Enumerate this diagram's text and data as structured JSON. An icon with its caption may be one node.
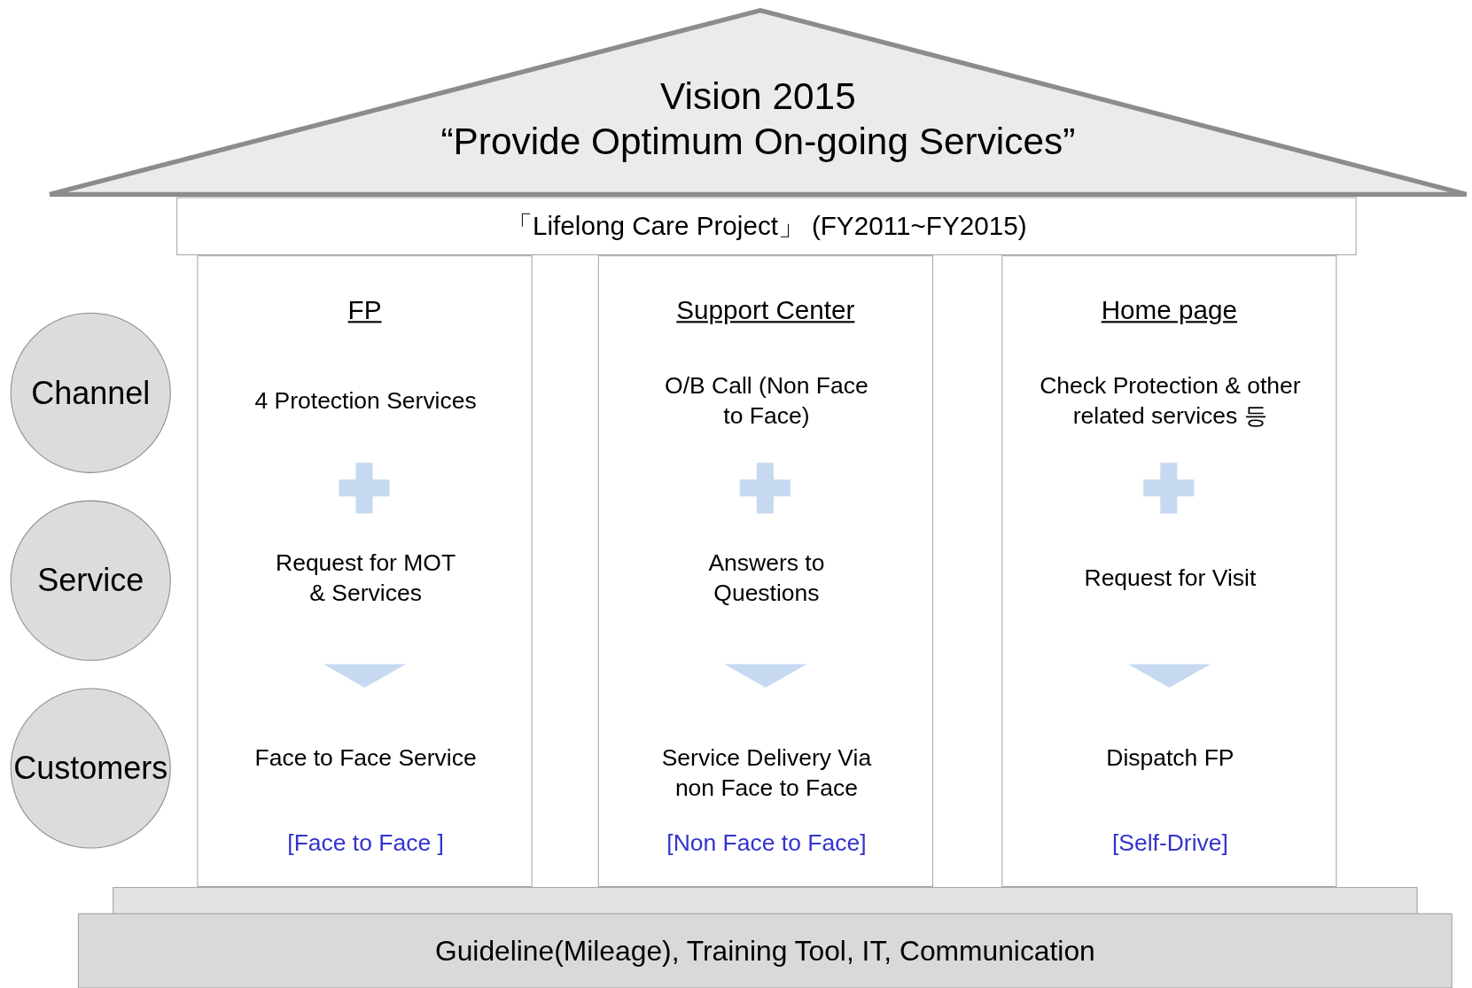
{
  "diagram": {
    "nodes": [
      {
        "text": [
          "Vision 2015",
          "“Provide Optimum On-going Services”"
        ]
      },
      {
        "text": [
          "「Lifelong Care Project」 (FY2011~FY2015)"
        ]
      },
      {
        "text": [
          "Channel"
        ]
      },
      {
        "text": [
          "Service"
        ]
      },
      {
        "text": [
          "Customers"
        ]
      },
      {
        "text": [
          "FP"
        ]
      },
      {
        "text": [
          "4 Protection Services"
        ],
        "in": 5
      },
      {
        "text": [
          "Request for MOT & Services"
        ],
        "in": 5
      },
      {
        "text": [
          "Face to Face Service",
          "[Face to Face ]"
        ],
        "in": 5
      },
      {
        "text": [
          "Support Center"
        ]
      },
      {
        "text": [
          "O/B Call (Non Face to Face)"
        ],
        "in": 9
      },
      {
        "text": [
          "Answers to Questions"
        ],
        "in": 9
      },
      {
        "text": [
          "Service Delivery Via non Face to Face",
          "[Non Face to Face]"
        ],
        "in": 9
      },
      {
        "text": [
          "Home page"
        ]
      },
      {
        "text": [
          "Check Protection & other related services 등"
        ],
        "in": 13
      },
      {
        "text": [
          "Request for Visit"
        ],
        "in": 13
      },
      {
        "text": [
          "Dispatch FP",
          "[Self-Drive]"
        ],
        "in": 13
      },
      {
        "text": [],
        "shape": "box"
      },
      {
        "text": [
          "Guideline(Mileage), Training Tool, IT, Communication"
        ]
      }
    ],
    "edges": [
      {
        "from": 7,
        "to": 8,
        "arrow": "to"
      },
      {
        "from": 11,
        "to": 12,
        "arrow": "to"
      },
      {
        "from": 15,
        "to": 16,
        "arrow": "to"
      }
    ]
  }
}
